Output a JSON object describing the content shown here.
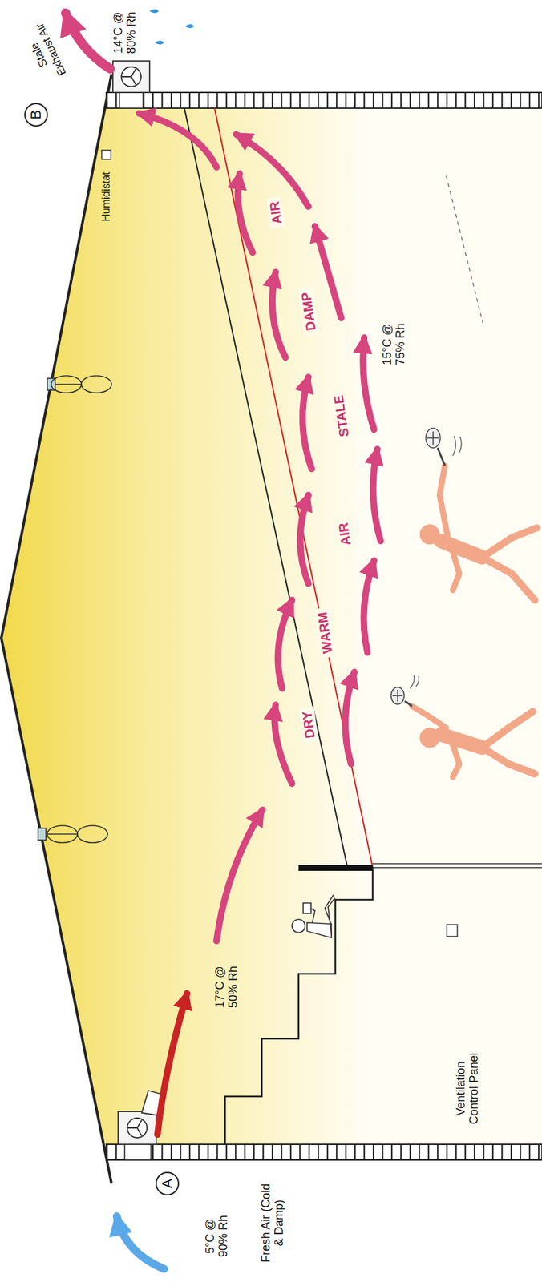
{
  "diagram": {
    "nodes": [
      {
        "text": [
          "A"
        ]
      },
      {
        "text": [
          "B"
        ]
      }
    ],
    "labels": [
      "5°C @ 90% Rh",
      "Fresh Air (Cold & Damp)",
      "17°C @ 50% Rh",
      "DRY",
      "WARM",
      "AIR",
      "STALE",
      "DAMP",
      "AIR",
      "15°C @ 75% Rh",
      "Humidistat",
      "Stale Exhaust Air",
      "14°C @ 80% Rh",
      "Ventilation Control Panel"
    ]
  }
}
